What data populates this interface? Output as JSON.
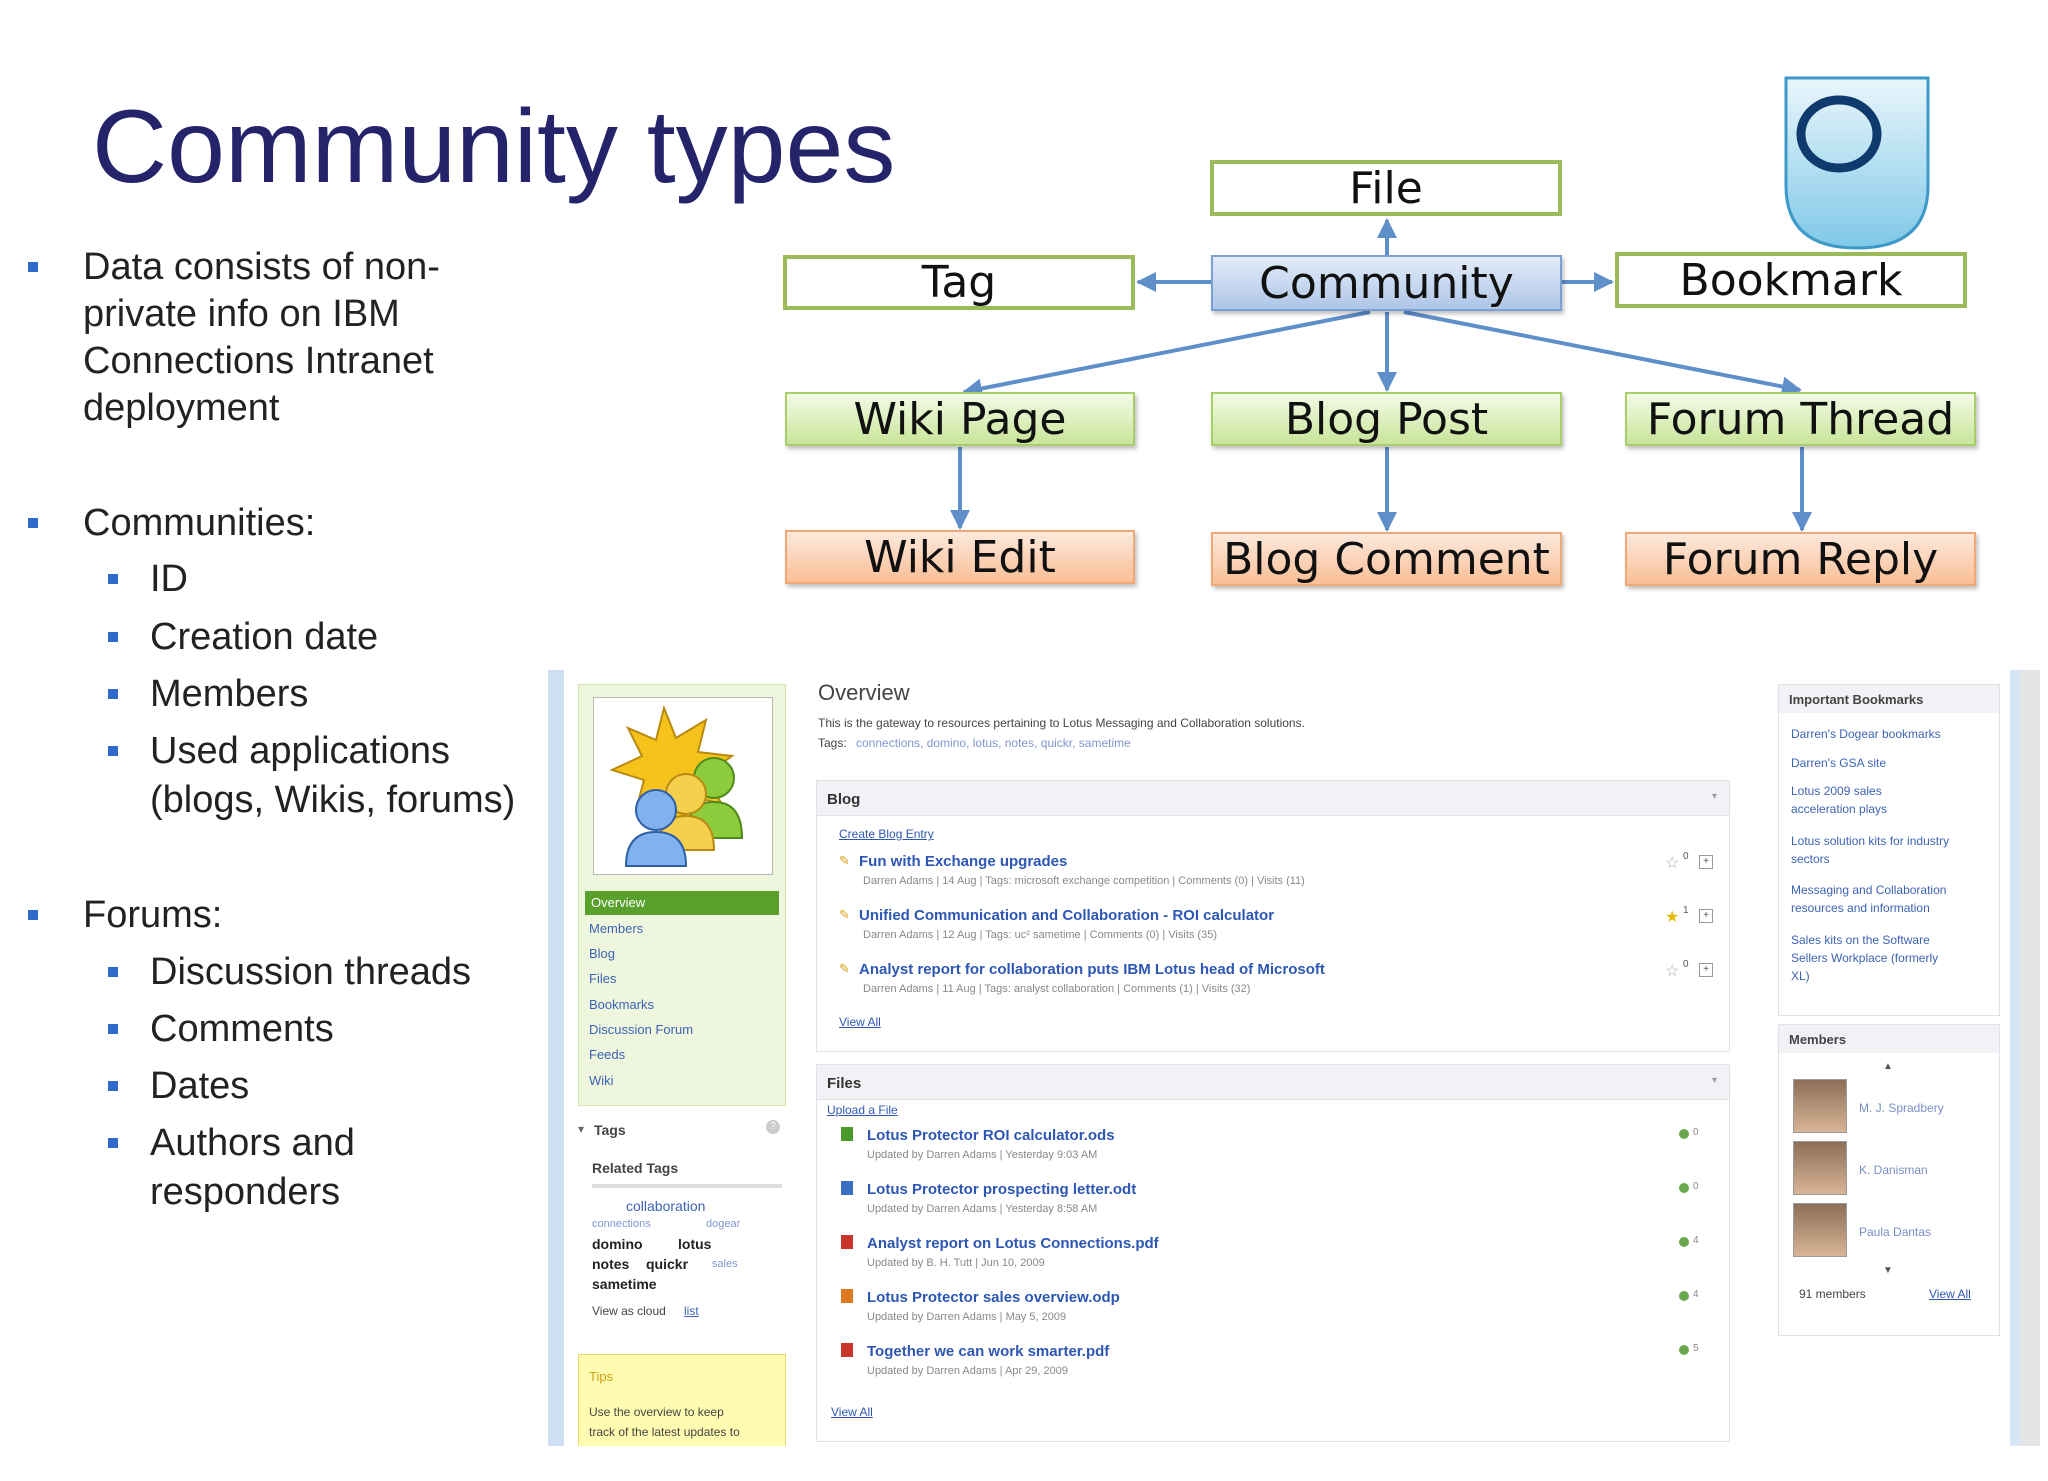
{
  "slide": {
    "title": "Community types",
    "bullets": {
      "data_lines": [
        "Data consists of non-",
        "private info on IBM",
        "Connections Intranet",
        "deployment"
      ],
      "communities": "Communities:",
      "communities_items": [
        "ID",
        "Creation date",
        "Members",
        "Used applications"
      ],
      "communities_items_cont": "(blogs, Wikis, forums)",
      "forums": "Forums:",
      "forums_items": [
        "Discussion threads",
        "Comments",
        "Dates",
        "Authors and"
      ],
      "forums_items_cont": "responders"
    }
  },
  "diagram": {
    "nodes": {
      "file": "File",
      "tag": "Tag",
      "community": "Community",
      "bookmark": "Bookmark",
      "wiki_page": "Wiki Page",
      "blog_post": "Blog Post",
      "forum_thread": "Forum Thread",
      "wiki_edit": "Wiki Edit",
      "blog_comment": "Blog Comment",
      "forum_reply": "Forum Reply"
    }
  },
  "screenshot": {
    "nav": {
      "items": [
        "Overview",
        "Members",
        "Blog",
        "Files",
        "Bookmarks",
        "Discussion Forum",
        "Feeds",
        "Wiki"
      ],
      "active": "Overview"
    },
    "tags": {
      "title": "Tags",
      "related": "Related Tags",
      "cloud_top": "collaboration",
      "cloud_row1": [
        "connections",
        "dogear"
      ],
      "cloud_row2": [
        "domino",
        "lotus"
      ],
      "cloud_row3": [
        "notes",
        "quickr",
        "sales"
      ],
      "cloud_row4": "sametime",
      "view_as": "View as cloud",
      "list_link": "list"
    },
    "tips": {
      "title": "Tips",
      "text_lines": [
        "Use the overview to keep",
        "track of the latest updates to"
      ]
    },
    "overview": {
      "title": "Overview",
      "description": "This is the gateway to resources pertaining to Lotus Messaging and Collaboration solutions.",
      "tags_label": "Tags:",
      "tags": "connections, domino, lotus, notes, quickr, sametime"
    },
    "blog": {
      "title": "Blog",
      "create_link": "Create Blog Entry",
      "entries": [
        {
          "title": "Fun with Exchange upgrades",
          "meta": "Darren Adams  |  14 Aug  |  Tags: microsoft exchange competition  |  Comments (0)  |  Visits (11)"
        },
        {
          "title": "Unified Communication and Collaboration - ROI calculator",
          "meta": "Darren Adams  |  12 Aug  |  Tags: uc² sametime  |  Comments (0)  |  Visits (35)"
        },
        {
          "title": "Analyst report for collaboration puts IBM Lotus head of Microsoft",
          "meta": "Darren Adams  |  11 Aug  |  Tags: analyst collaboration  |  Comments (1)  |  Visits (32)"
        }
      ],
      "ratings": [
        "0",
        "1",
        "0"
      ],
      "view_all": "View All"
    },
    "files": {
      "title": "Files",
      "upload_link": "Upload a File",
      "entries": [
        {
          "title": "Lotus Protector ROI calculator.ods",
          "meta": "Updated by Darren Adams  |  Yesterday 9:03 AM",
          "count": "0",
          "icon_color": "#4a9a2a"
        },
        {
          "title": "Lotus Protector prospecting letter.odt",
          "meta": "Updated by Darren Adams  |  Yesterday 8:58 AM",
          "count": "0",
          "icon_color": "#3b6fc4"
        },
        {
          "title": "Analyst report on Lotus Connections.pdf",
          "meta": "Updated by B. H. Tutt  |  Jun 10, 2009",
          "count": "4",
          "icon_color": "#c8362b"
        },
        {
          "title": "Lotus Protector sales overview.odp",
          "meta": "Updated by Darren Adams  |  May 5, 2009",
          "count": "4",
          "icon_color": "#e07a1f"
        },
        {
          "title": "Together we can work smarter.pdf",
          "meta": "Updated by Darren Adams  |  Apr 29, 2009",
          "count": "5",
          "icon_color": "#c8362b"
        }
      ],
      "view_all": "View All"
    },
    "bookmarks": {
      "title": "Important Bookmarks",
      "items": [
        [
          "Darren's Dogear bookmarks"
        ],
        [
          "Darren's GSA site"
        ],
        [
          "Lotus 2009 sales",
          "acceleration plays"
        ],
        [
          "Lotus solution kits for industry",
          "sectors"
        ],
        [
          "Messaging and Collaboration",
          "resources and information"
        ],
        [
          "Sales kits on the Software",
          "Sellers Workplace (formerly",
          "XL)"
        ]
      ]
    },
    "members": {
      "title": "Members",
      "names": [
        "M. J. Spradbery",
        "K. Danisman",
        "Paula Dantas"
      ],
      "count": "91 members",
      "view_all": "View All"
    }
  }
}
